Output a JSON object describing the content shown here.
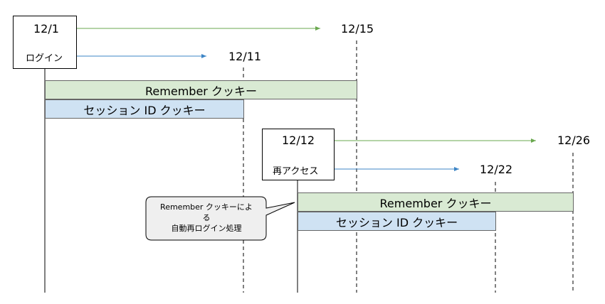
{
  "session1": {
    "start_date": "12/1",
    "start_label": "ログイン",
    "remember_end": "12/15",
    "session_end": "12/11",
    "remember_bar": "Remember クッキー",
    "session_bar": "セッション ID クッキー"
  },
  "session2": {
    "start_date": "12/12",
    "start_label": "再アクセス",
    "remember_end": "12/26",
    "session_end": "12/22",
    "remember_bar": "Remember クッキー",
    "session_bar": "セッション ID クッキー"
  },
  "callout": {
    "line1": "Remember クッキーによ",
    "line2": "る",
    "line3": "自動再ログイン処理"
  },
  "colors": {
    "green_arrow": "#6aa84f",
    "blue_arrow": "#3d85c6",
    "green_fill": "#d9ead3",
    "blue_fill": "#cfe2f3"
  }
}
